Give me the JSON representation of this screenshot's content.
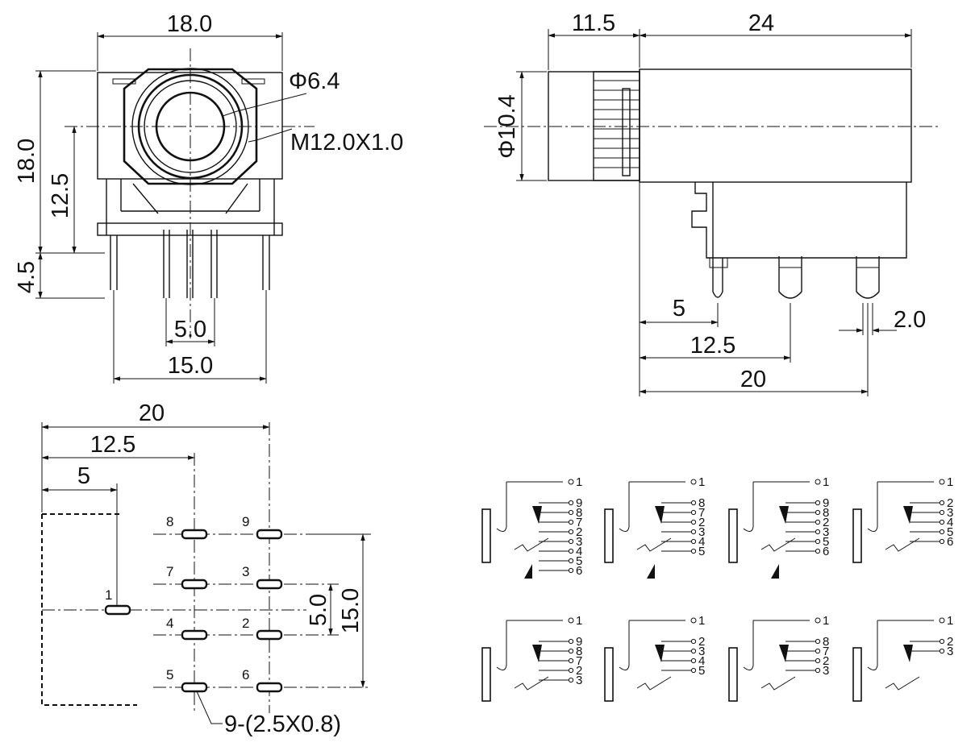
{
  "front_view": {
    "dim_width": "18.0",
    "dim_height": "18.0",
    "dim_center_height": "12.5",
    "dim_pin_length": "4.5",
    "dim_pin_spacing": "5.0",
    "dim_pin_span": "15.0",
    "dim_bore": "Φ6.4",
    "dim_thread": "M12.0X1.0"
  },
  "side_view": {
    "dim_nose": "11.5",
    "dim_body": "24",
    "dim_diameter": "Φ10.4",
    "dim_pin_5": "5",
    "dim_pin_12_5": "12.5",
    "dim_pin_20": "20",
    "dim_pin_width": "2.0"
  },
  "pcb_layout": {
    "dim_20": "20",
    "dim_12_5": "12.5",
    "dim_5": "5",
    "dim_5_0": "5.0",
    "dim_15_0": "15.0",
    "pad_note": "9-(2.5X0.8)",
    "pad_labels": [
      "1",
      "8",
      "9",
      "7",
      "3",
      "4",
      "2",
      "5",
      "6"
    ]
  },
  "schematics": [
    {
      "pins": [
        "1",
        "9",
        "8",
        "7",
        "2",
        "3",
        "4",
        "5",
        "6"
      ]
    },
    {
      "pins": [
        "1",
        "8",
        "7",
        "2",
        "3",
        "4",
        "5"
      ]
    },
    {
      "pins": [
        "1",
        "9",
        "8",
        "2",
        "3",
        "5",
        "6"
      ]
    },
    {
      "pins": [
        "1",
        "2",
        "3",
        "4",
        "5",
        "6"
      ]
    },
    {
      "pins": [
        "1",
        "9",
        "8",
        "7",
        "2",
        "3"
      ]
    },
    {
      "pins": [
        "1",
        "2",
        "3",
        "4",
        "5"
      ]
    },
    {
      "pins": [
        "1",
        "8",
        "7",
        "2",
        "3"
      ]
    },
    {
      "pins": [
        "1",
        "2",
        "3"
      ]
    }
  ]
}
